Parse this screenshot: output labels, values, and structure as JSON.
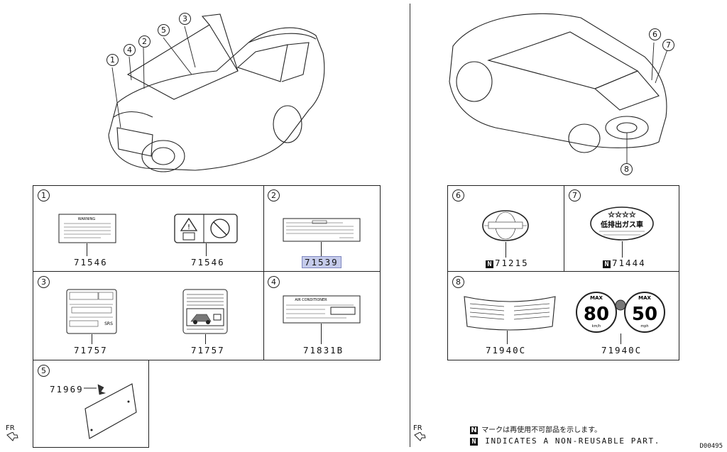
{
  "callouts": [
    "1",
    "2",
    "3",
    "4",
    "5",
    "6",
    "7",
    "8"
  ],
  "parts": {
    "p1a": "71546",
    "p1b": "71546",
    "p2": "71539",
    "p3a": "71757",
    "p3b": "71757",
    "p4": "71831B",
    "p5": "71969",
    "p6": "71215",
    "p7": "71444",
    "p8a": "71940C",
    "p8b": "71940C"
  },
  "label_texts": {
    "warning_label": "WARNING",
    "aircon_title": "AIR CONDITIONER",
    "sticker7_line": "低排出ガス車",
    "speed_max": "MAX",
    "speed_80": "80",
    "speed_50": "50",
    "unit_kmh": "km/h",
    "unit_mph": "mph",
    "srs": "SRS"
  },
  "non_reusable_mark": "N",
  "notes": {
    "jp": "マークは再使用不可部品を示します。",
    "en": "INDICATES A NON-REUSABLE PART."
  },
  "direction_label": "FR",
  "footer_code": "D00495",
  "highlight_color": "#c5cbeb"
}
